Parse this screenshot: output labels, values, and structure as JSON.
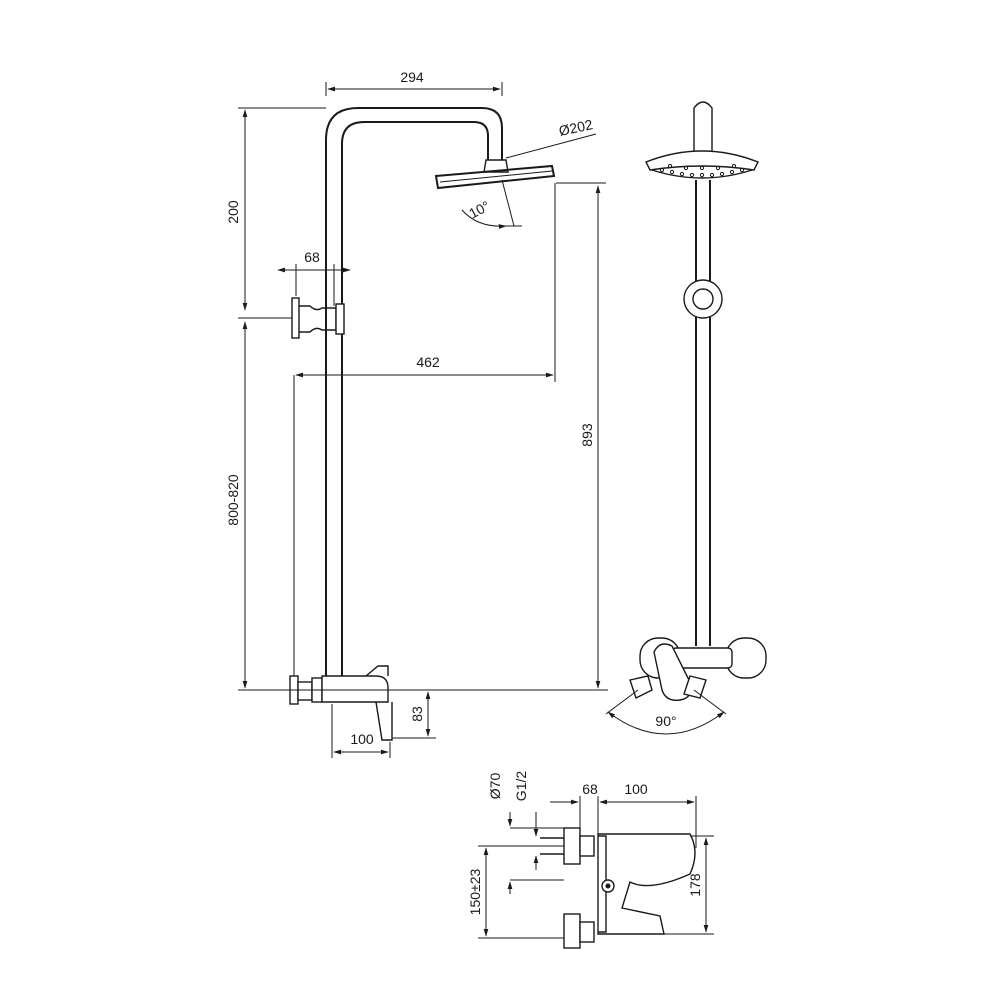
{
  "dimensions": {
    "width_294": "294",
    "head_diameter": "Ø202",
    "angle_10": "10°",
    "height_200": "200",
    "width_68_top": "68",
    "width_462": "462",
    "height_893": "893",
    "height_800_820": "800-820",
    "height_83": "83",
    "width_100_left": "100",
    "angle_90": "90°",
    "dia_70": "Ø70",
    "thread_g12": "G1/2",
    "width_68_bottom": "68",
    "width_100_bottom": "100",
    "height_150": "150±23",
    "height_178": "178"
  },
  "colors": {
    "line": "#1a1a1a",
    "background": "#ffffff"
  }
}
